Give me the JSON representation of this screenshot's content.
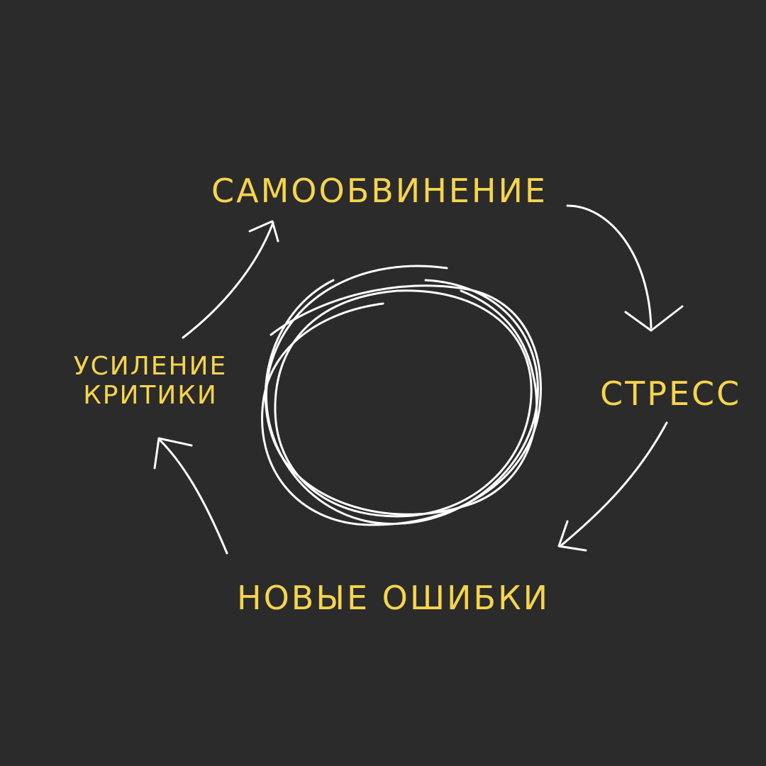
{
  "diagram": {
    "nodes": {
      "top": "САМООБВИНЕНИЕ",
      "right": "СТРЕСС",
      "bottom": "НОВЫЕ ОШИБКИ",
      "left_line1": "УСИЛЕНИЕ",
      "left_line2": "КРИТИКИ"
    },
    "cycle_order": [
      "САМООБВИНЕНИЕ",
      "СТРЕСС",
      "НОВЫЕ ОШИБКИ",
      "УСИЛЕНИЕ КРИТИКИ"
    ]
  },
  "colors": {
    "background": "#2b2b2b",
    "text": "#f7d44c",
    "lines": "#ffffff"
  },
  "icons": {
    "center": "scribble-circle-icon",
    "arrows": "hand-drawn-arrow-icon"
  }
}
